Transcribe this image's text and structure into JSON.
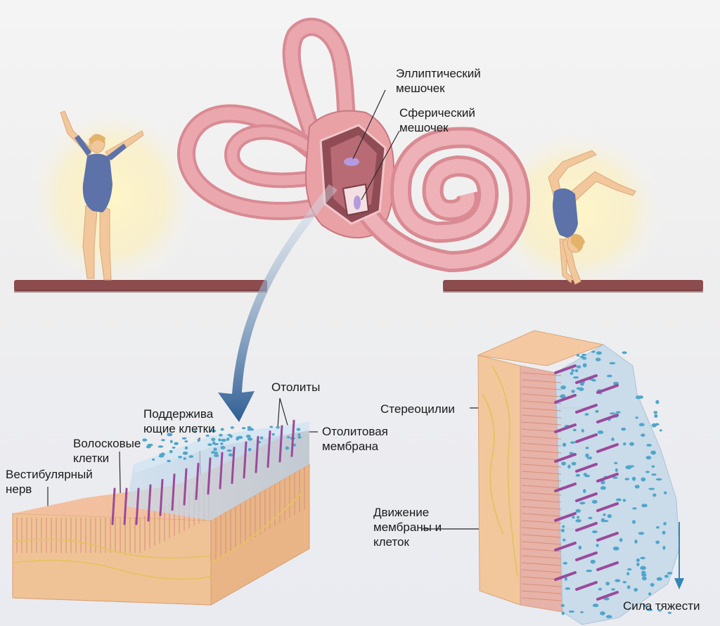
{
  "labels": {
    "utricle": "Эллиптический\nмешочек",
    "saccule": "Сферический\nмешочек",
    "otoliths": "Отолиты",
    "supporting_cells": "Поддержива\nющие клетки",
    "otolithic_membrane": "Отолитовая\nмембрана",
    "hair_cells": "Волосковые\nклетки",
    "vestibular_nerve": "Вестибулярный\nнерв",
    "stereocilia": "Стереоцилии",
    "membrane_movement": "Движение\nмембраны и\nклеток",
    "gravity": "Сила тяжести"
  },
  "colors": {
    "ear": "#e9a1a6",
    "beam": "#8c4b4c",
    "leotard": "#5c72a8",
    "skin": "#f2c79b",
    "tissue": "#f4c8a0",
    "membrane": "#c3d9ea",
    "cilia": "#9a4a9a",
    "otolith": "#4fa6c9",
    "arrow": "#2f86b8"
  }
}
